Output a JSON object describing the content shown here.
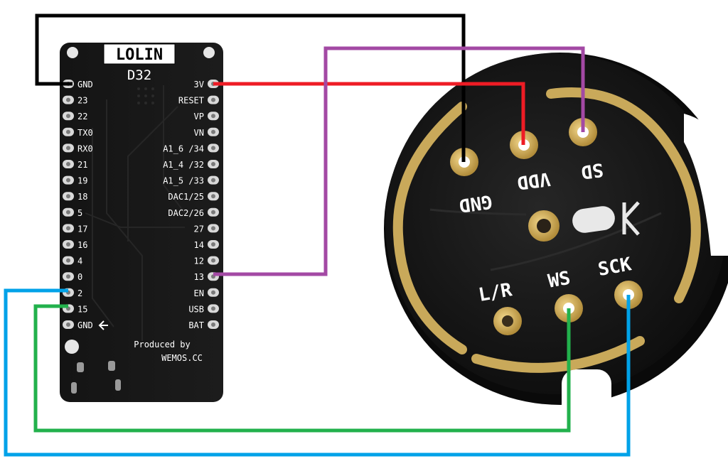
{
  "board": {
    "logo": "LOLIN",
    "model": "D32",
    "credit_line1": "Produced by",
    "credit_line2": "WEMOS.CC",
    "left_pins": [
      "GND",
      "23",
      "22",
      "TX0",
      "RX0",
      "21",
      "19",
      "18",
      "5",
      "17",
      "16",
      "4",
      "0",
      "2",
      "15",
      "GND"
    ],
    "right_pins": [
      "3V",
      "RESET",
      "VP",
      "VN",
      "A1_6 /34",
      "A1_4 /32",
      "A1_5 /33",
      "DAC1/25",
      "DAC2/26",
      "27",
      "14",
      "12",
      "13",
      "EN",
      "USB",
      "BAT"
    ]
  },
  "microphone": {
    "top_pins": [
      "GND",
      "VDD",
      "SD"
    ],
    "bottom_pins": [
      "L/R",
      "WS",
      "SCK"
    ]
  },
  "wires": [
    {
      "from": "GND",
      "to": "GND",
      "color": "#000000"
    },
    {
      "from": "3V",
      "to": "VDD",
      "color": "#ee1c25"
    },
    {
      "from": "13",
      "to": "SD",
      "color": "#a349a4"
    },
    {
      "from": "2",
      "to": "SCK",
      "color": "#00a2e8"
    },
    {
      "from": "15",
      "to": "WS",
      "color": "#22b14c"
    }
  ]
}
